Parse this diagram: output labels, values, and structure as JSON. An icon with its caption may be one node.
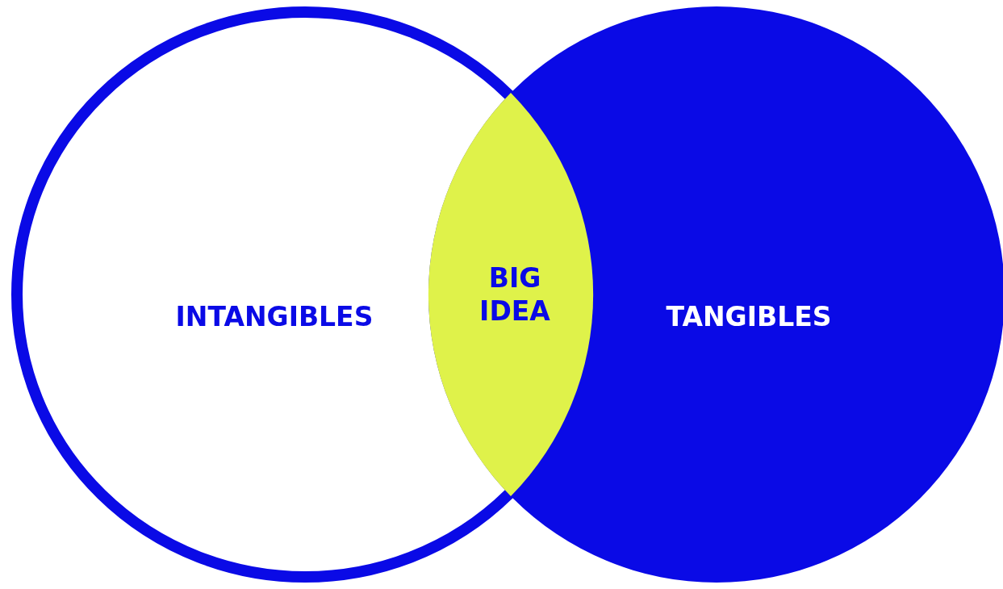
{
  "diagram": {
    "nodes": [
      {
        "text": [
          "INTANGIBLES"
        ]
      },
      {
        "text": [
          "TANGIBLES"
        ]
      },
      {
        "text": [
          "BIG IDEA"
        ]
      }
    ]
  }
}
